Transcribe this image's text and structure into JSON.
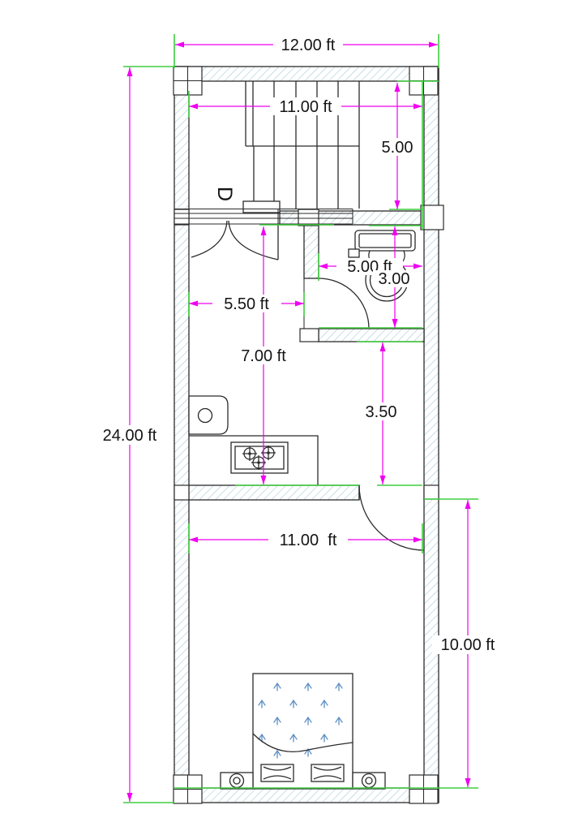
{
  "colors": {
    "dimension": "#f000f0",
    "extension": "#3ecf3e",
    "hatch": "#9ec5d8",
    "line": "#2b2b2b",
    "bed_arrow": "#5e8fc4"
  },
  "plan": {
    "door_label": "D",
    "dimensions": {
      "overall_width": "12.00 ft",
      "overall_height": "24.00 ft",
      "stairs_room_width": "11.00 ft",
      "stairs_room_depth": "5.00",
      "hall_width": "5.50 ft",
      "hall_length": "7.00 ft",
      "bathroom_width": "5.00 ft",
      "bathroom_depth": "3.00",
      "kitchen_depth": "3.50",
      "bedroom_width": "11.00  ft",
      "bedroom_depth": "10.00 ft"
    }
  }
}
